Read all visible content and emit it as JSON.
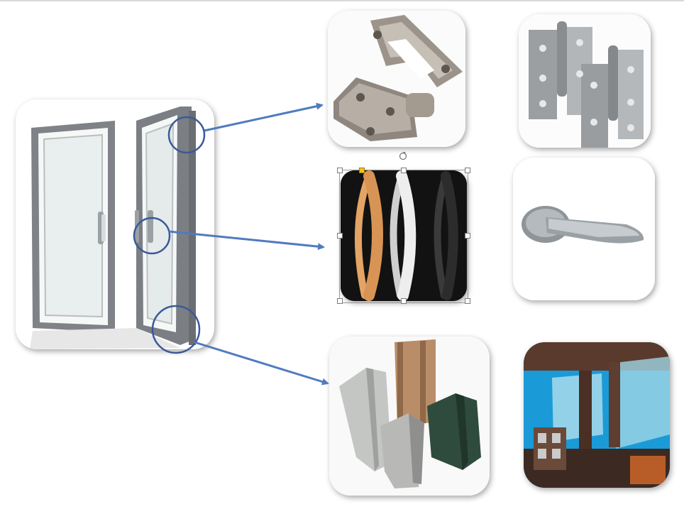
{
  "colors": {
    "callout": "#3a5a9a",
    "arrow": "#4f7bbf",
    "frame": "#7b7f84",
    "metal": "#a8a39c",
    "handle_wood": "#e3a465",
    "handle_silver": "#e6e6e6",
    "handle_dark": "#2c2c2c",
    "profile_gold": "#b98d67",
    "profile_green": "#2f4b3d",
    "profile_silver": "#c4c6c4",
    "blue_pad": "#1a9bd8",
    "brown_frame": "#5a3a2c"
  },
  "images": [
    {
      "name": "door-illustration",
      "icon": "double-door-icon"
    },
    {
      "name": "butt-hinge-photo",
      "icon": "hinge-icon"
    },
    {
      "name": "lift-off-hinges-photo",
      "icon": "hinge-pair-icon"
    },
    {
      "name": "pull-handles-photo",
      "icon": "pull-handle-icon"
    },
    {
      "name": "lever-handle-photo",
      "icon": "lever-handle-icon"
    },
    {
      "name": "aluminium-profiles-photo",
      "icon": "extrusion-profile-icon"
    },
    {
      "name": "window-frame-section-photo",
      "icon": "window-section-icon"
    }
  ],
  "callouts": [
    {
      "name": "hinge-callout",
      "target": "butt-hinge-photo"
    },
    {
      "name": "handle-callout",
      "target": "pull-handles-photo"
    },
    {
      "name": "frame-callout",
      "target": "aluminium-profiles-photo"
    }
  ]
}
